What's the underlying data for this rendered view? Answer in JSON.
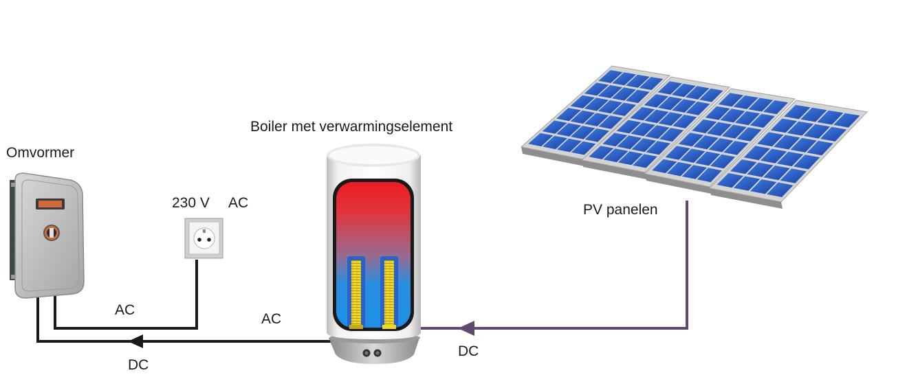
{
  "labels": {
    "inverter": "Omvormer",
    "boiler": "Boiler met verwarmingselement",
    "socket_voltage": "230 V",
    "socket_type": "AC",
    "pv": "PV panelen",
    "wire_ac_left": "AC",
    "wire_ac_mid": "AC",
    "wire_dc_left": "DC",
    "wire_dc_right": "DC"
  },
  "colors": {
    "wire_dark": "#1a1a1a",
    "wire_dc_pv": "#5f4a6e",
    "tank_hot": "#e8202a",
    "tank_cold": "#1e88d8",
    "heating_element": "#f0d81e",
    "pv_cell": "#2a5cc8",
    "inverter_body": "#b8b8b8",
    "inverter_display": "#d06a3a"
  },
  "icons": {
    "inverter": "solar-inverter-icon",
    "socket": "wall-socket-icon",
    "boiler": "water-boiler-icon",
    "pv": "solar-panel-icon"
  }
}
